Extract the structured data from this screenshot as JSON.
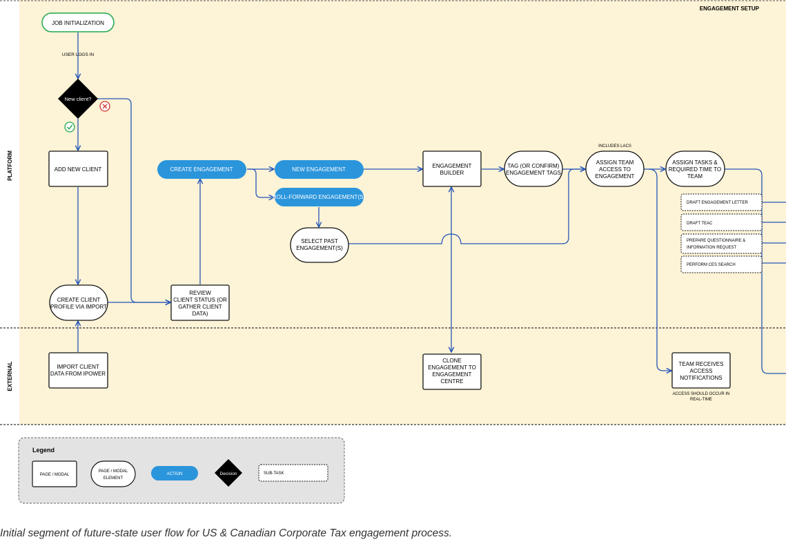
{
  "colors": {
    "platform_bg": "#fdf3d6",
    "action_fill": "#2b95dc",
    "connector": "#2456b8",
    "decision_fill": "#000000",
    "start_border": "#1fa84f",
    "yes_icon": "#1fa84f",
    "no_icon": "#d32f2f",
    "legend_bg": "#e3e3e3"
  },
  "lanes": {
    "platform": "PLATFORM",
    "external": "EXTERNAL",
    "section_title": "ENGAGEMENT SETUP"
  },
  "nodes": {
    "job_init": "JOB INITIALIZATION",
    "user_logs_in": "USER LOGS IN",
    "new_client": "New client?",
    "add_new_client": "ADD NEW CLIENT",
    "create_engagement": "CREATE ENGAGEMENT",
    "new_engagement": "NEW ENGAGEMENT",
    "roll_forward": "ROLL-FORWARD ENGAGEMENT(S)",
    "select_past": [
      "SELECT PAST",
      "ENGAGEMENT(S)"
    ],
    "engagement_builder": [
      "ENGAGEMENT",
      "BUILDER"
    ],
    "tag_engagement": [
      "TAG (OR CONFIRM)",
      "ENGAGEMENT TAGS"
    ],
    "includes_lacs": "INCLUDES LACS",
    "assign_team": [
      "ASSIGN TEAM",
      "ACCESS TO",
      "ENGAGEMENT"
    ],
    "assign_tasks": [
      "ASSIGN TASKS &",
      "REQUIRED TIME TO",
      "TEAM"
    ],
    "draft_letter": "DRAFT ENGAGEMENT LETTER",
    "draft_teac": "DRAFT TEAC",
    "prepare_questionnaire": [
      "PREPARE QUESTIONNAIRE &",
      "INFORMATION REQUEST"
    ],
    "perform_ces": "PERFORM CES SEARCH",
    "create_profile": [
      "CREATE CLIENT",
      "PROFILE VIA IMPORT"
    ],
    "review_status": [
      "REVIEW",
      "CLIENT STATUS (OR",
      "GATHER CLIENT",
      "DATA)"
    ],
    "import_client": [
      "IMPORT CLIENT",
      "DATA FROM IPOWER"
    ],
    "clone_engagement": [
      "CLONE",
      "ENGAGEMENT TO",
      "ENGAGEMENT",
      "CENTRE"
    ],
    "team_receives": [
      "TEAM RECEIVES",
      "ACCESS",
      "NOTIFICATIONS"
    ],
    "access_note": [
      "ACCESS SHOULD OCCUR IN",
      "REAL-TIME"
    ]
  },
  "legend": {
    "title": "Legend",
    "page_modal": "PAGE / MODAL",
    "page_modal_element": [
      "PAGE / MODAL",
      "ELEMENT"
    ],
    "action": "ACTION",
    "decision": "Decision",
    "sub_task": "SUB-TASK"
  },
  "caption": "Initial segment of future-state user flow for US & Canadian Corporate Tax engagement process."
}
